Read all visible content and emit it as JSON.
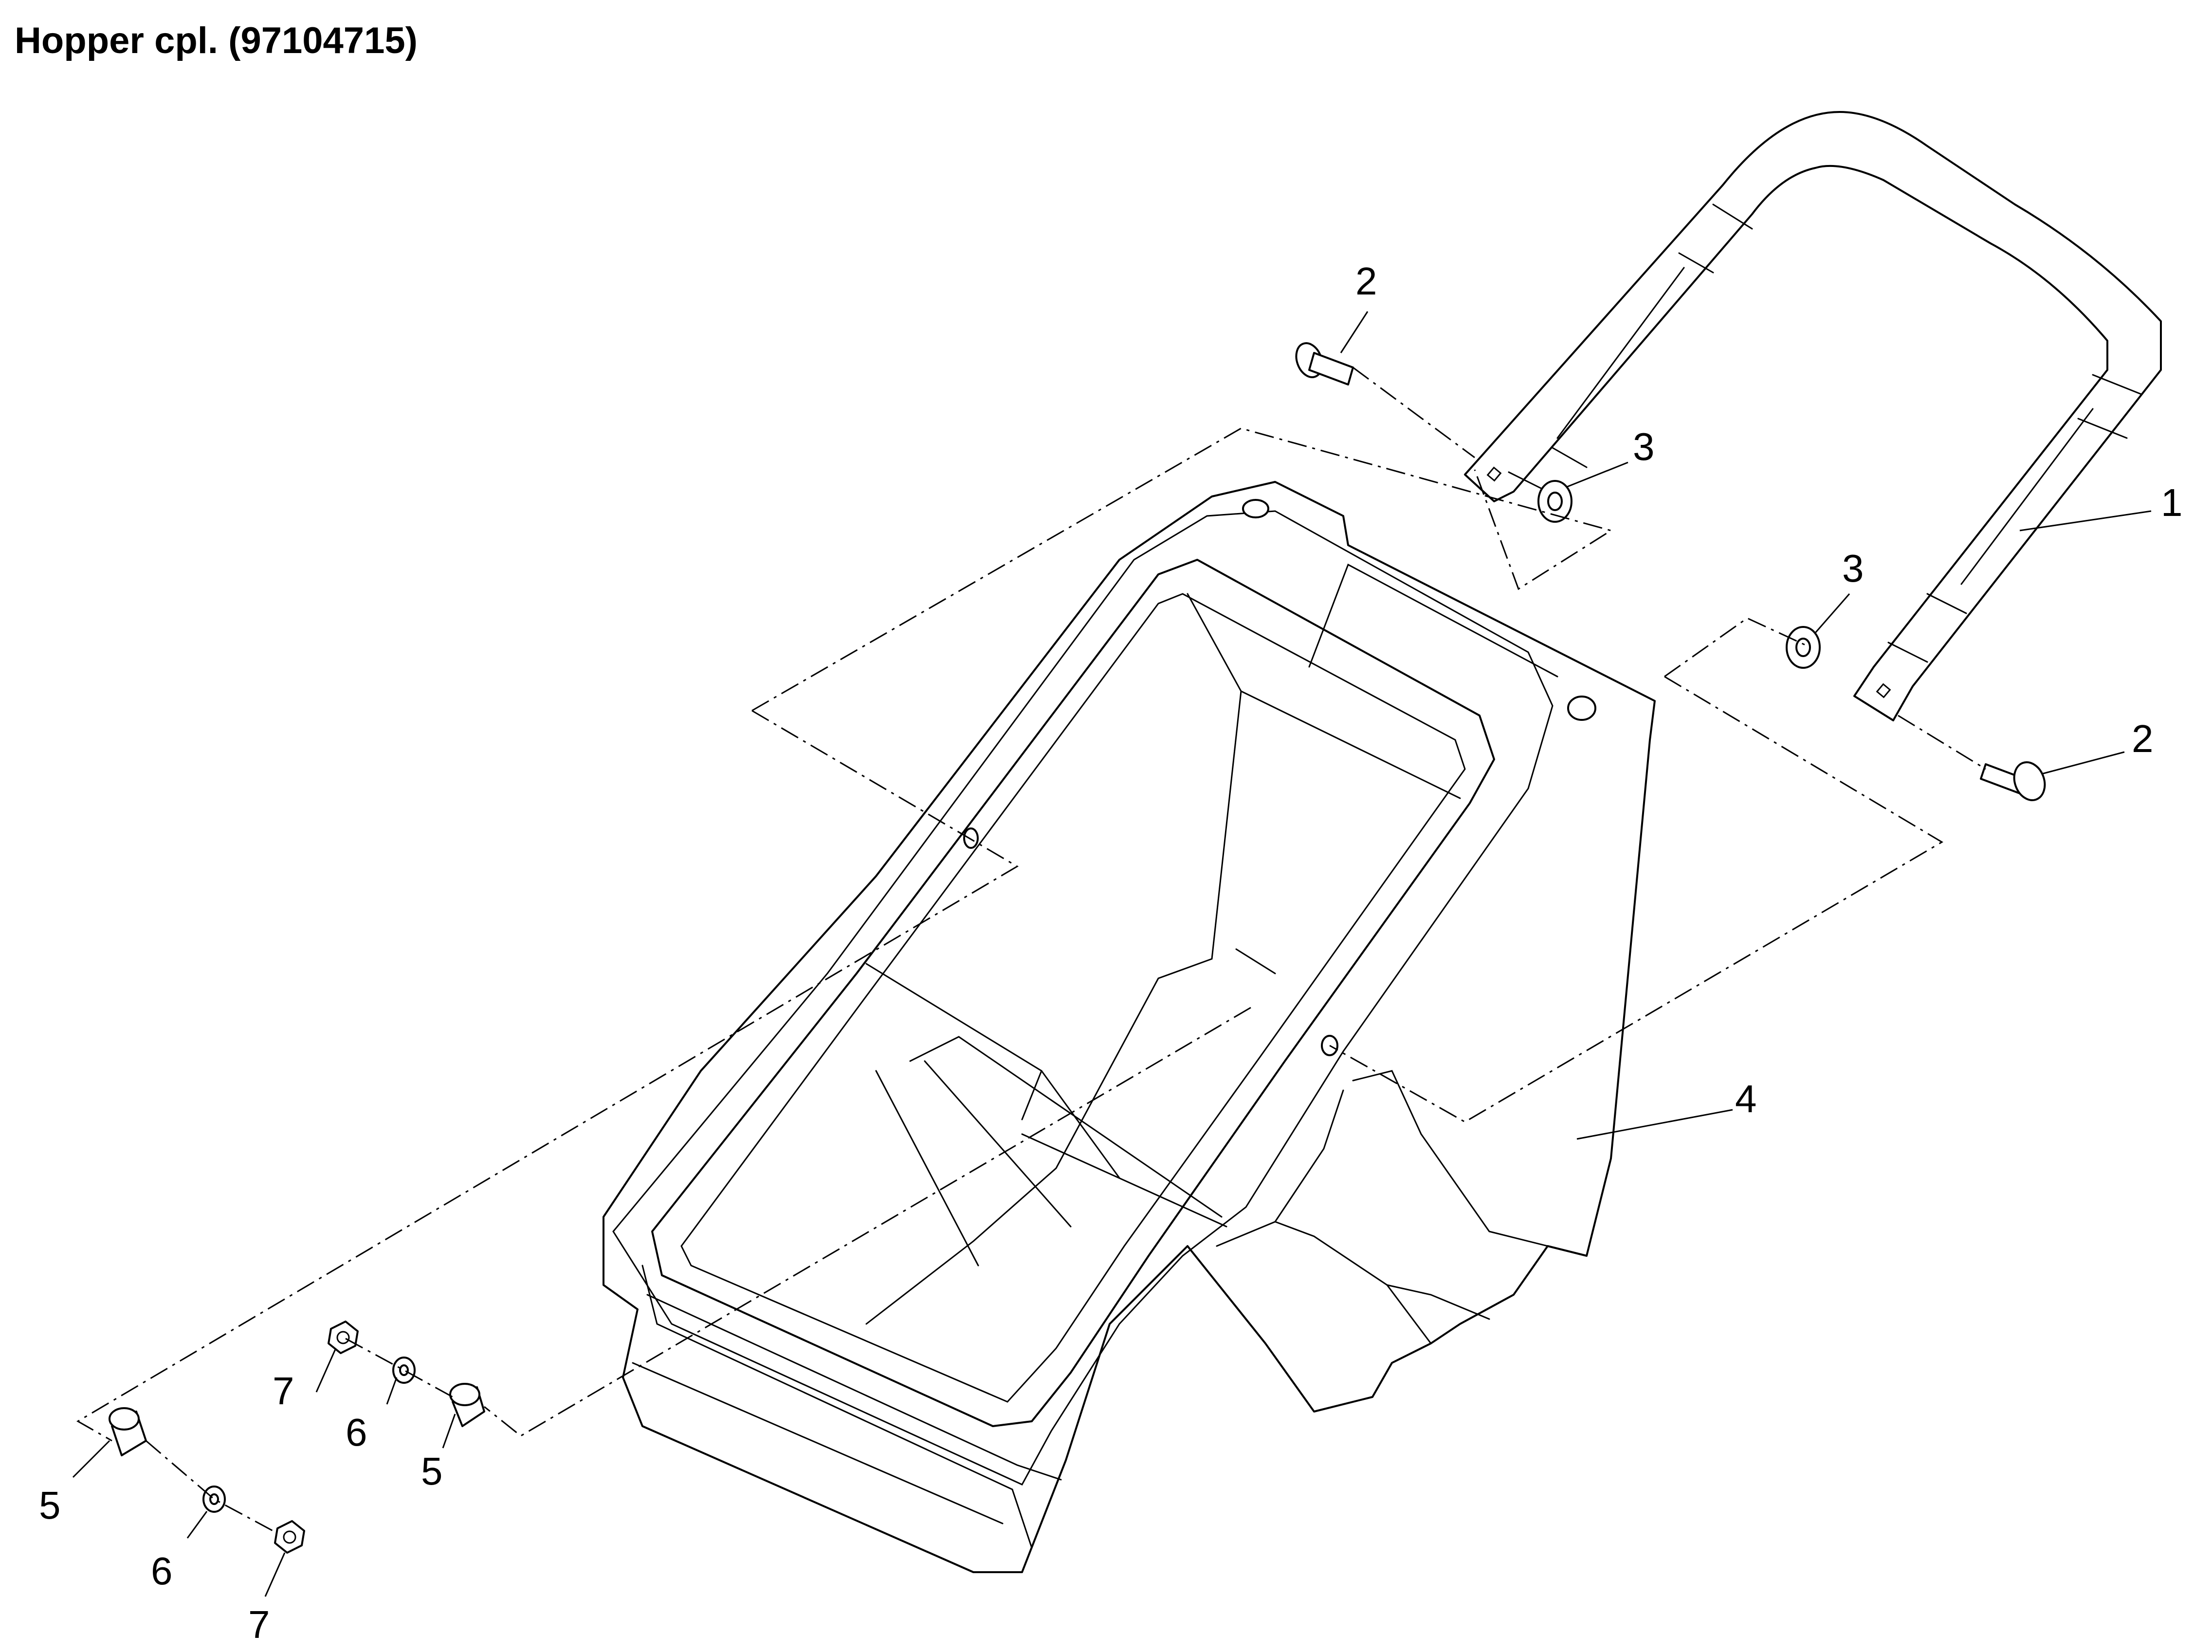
{
  "title": "Hopper cpl. (97104715)",
  "callouts": {
    "c1": "1",
    "c2a": "2",
    "c2b": "2",
    "c3a": "3",
    "c3b": "3",
    "c4": "4",
    "c5a": "5",
    "c5b": "5",
    "c6a": "6",
    "c6b": "6",
    "c7a": "7",
    "c7b": "7"
  }
}
